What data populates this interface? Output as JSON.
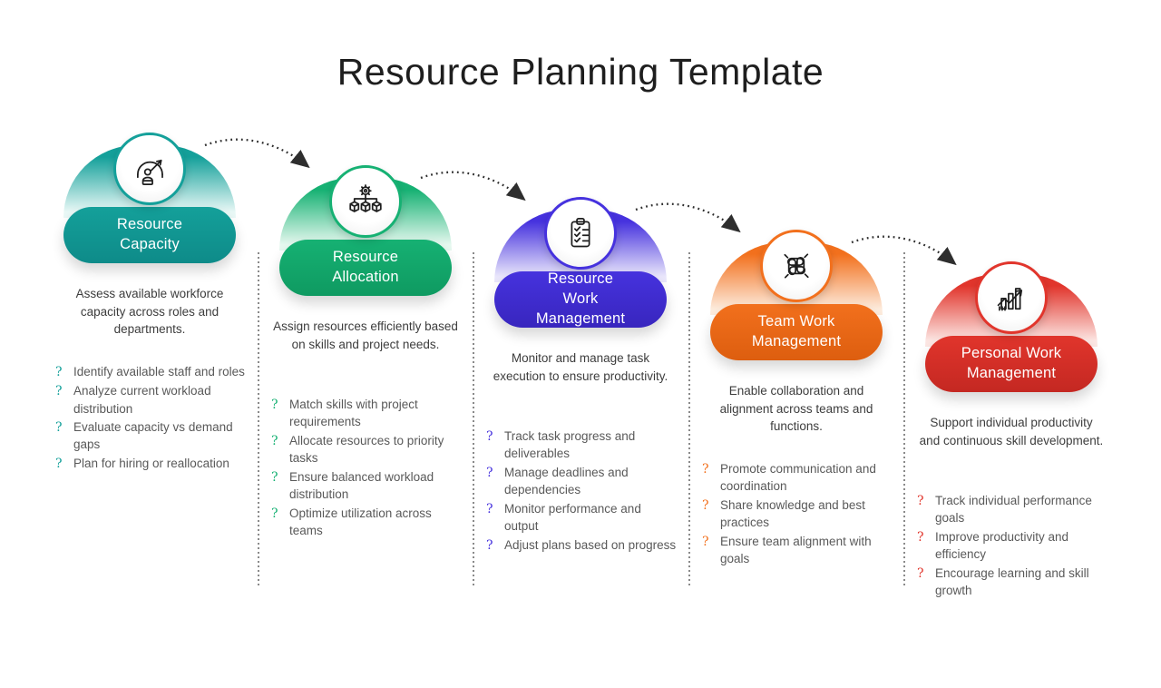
{
  "title": "Resource Planning Template",
  "connector": {
    "style": "dotted-curved-arrow",
    "color": "#2e2e2e"
  },
  "divider_color": "#8a8a8a",
  "columns": [
    {
      "title": "Resource Capacity",
      "icon": "capacity-gauge-icon",
      "color": "#14A09A",
      "color_dark": "#0E8B89",
      "color_light": "#E9F8F6",
      "bullet": "?",
      "description": "Assess available workforce capacity across roles and departments.",
      "items": [
        "Identify available staff and roles",
        "Analyze current workload distribution",
        "Evaluate capacity vs demand gaps",
        "Plan for hiring or reallocation"
      ]
    },
    {
      "title": "Resource Allocation",
      "icon": "gear-cubes-icon",
      "color": "#16B173",
      "color_dark": "#0F9A61",
      "color_light": "#E6F8EF",
      "bullet": "?",
      "description": "Assign resources efficiently based on skills and project needs.",
      "items": [
        "Match skills with project requirements",
        "Allocate resources to priority tasks",
        "Ensure balanced workload distribution",
        "Optimize utilization across teams"
      ]
    },
    {
      "title": "Resource Work Management",
      "icon": "clipboard-checklist-icon",
      "color": "#4632DE",
      "color_dark": "#3826BE",
      "color_light": "#E9E6FB",
      "bullet": "?",
      "description": "Monitor and manage task execution to ensure productivity.",
      "items": [
        "Track task progress and deliverables",
        "Manage deadlines and dependencies",
        "Monitor performance and output",
        "Adjust plans based on progress"
      ]
    },
    {
      "title": "Team Work Management",
      "icon": "team-hands-icon",
      "color": "#F2701D",
      "color_dark": "#DD5E0F",
      "color_light": "#FDEBDC",
      "bullet": "?",
      "description": "Enable collaboration and alignment across teams and functions.",
      "items": [
        "Promote communication and coordination",
        "Share knowledge and best practices",
        "Ensure team alignment with goals"
      ]
    },
    {
      "title": "Personal Work Management",
      "icon": "growth-bars-arrow-icon",
      "color": "#E1352C",
      "color_dark": "#C42822",
      "color_light": "#FCE6E3",
      "bullet": "?",
      "description": "Support individual productivity and continuous skill development.",
      "items": [
        "Track individual performance goals",
        "Improve productivity and efficiency",
        "Encourage learning and skill growth"
      ]
    }
  ]
}
